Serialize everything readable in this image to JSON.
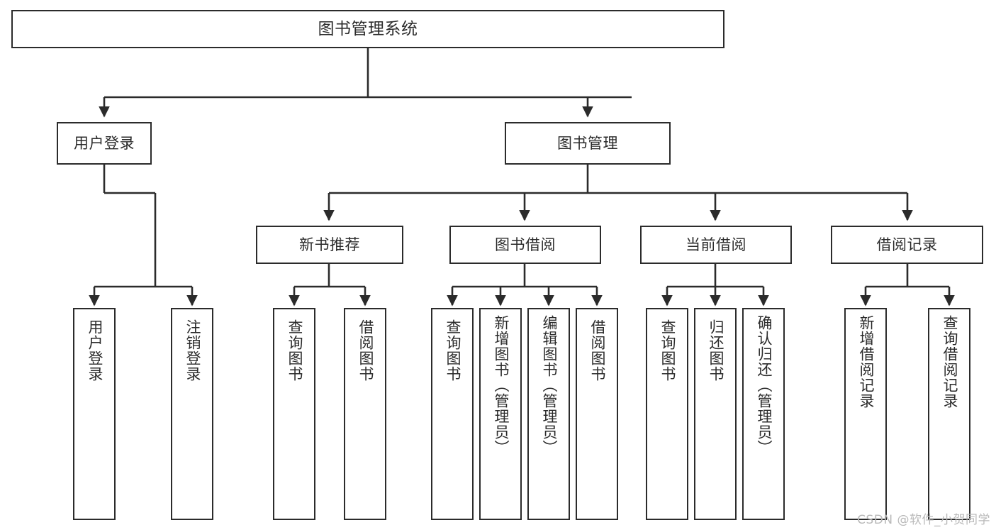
{
  "diagram": {
    "title": "图书管理系统",
    "type": "tree-hierarchy",
    "background_color": "#ffffff",
    "line_color": "#2b2b2b",
    "text_color": "#2b2b2b"
  },
  "root": {
    "label": "图书管理系统"
  },
  "level2": [
    {
      "label": "用户登录"
    },
    {
      "label": "图书管理"
    }
  ],
  "level3": [
    {
      "label": "新书推荐"
    },
    {
      "label": "图书借阅"
    },
    {
      "label": "当前借阅"
    },
    {
      "label": "借阅记录"
    }
  ],
  "leaves": {
    "user_login": [
      {
        "label": "用户登录"
      },
      {
        "label": "注销登录"
      }
    ],
    "new_book_recommend": [
      {
        "label": "查询图书"
      },
      {
        "label": "借阅图书"
      }
    ],
    "book_borrow": [
      {
        "label": "查询图书"
      },
      {
        "label": "新增图书（管理员）"
      },
      {
        "label": "编辑图书（管理员）"
      },
      {
        "label": "借阅图书"
      }
    ],
    "current_borrow": [
      {
        "label": "查询图书"
      },
      {
        "label": "归还图书"
      },
      {
        "label": "确认归还（管理员）"
      }
    ],
    "borrow_record": [
      {
        "label": "新增借阅记录"
      },
      {
        "label": "查询借阅记录"
      }
    ]
  },
  "watermark": {
    "text": "CSDN @软件_小贺同学"
  }
}
